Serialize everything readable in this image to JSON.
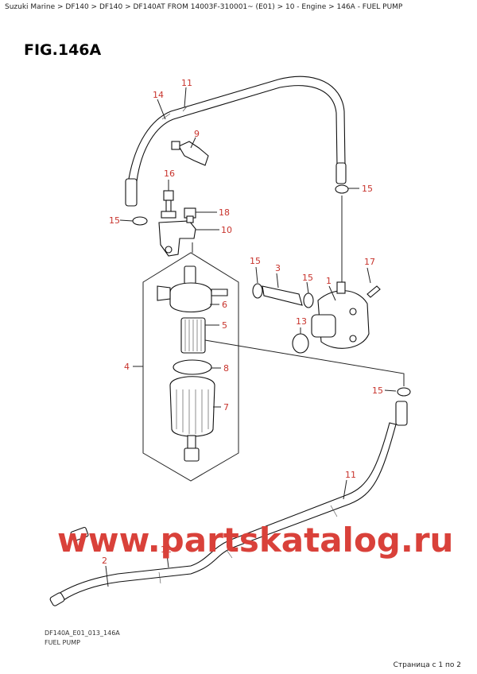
{
  "breadcrumb": "Suzuki Marine > DF140 > DF140 > DF140AT FROM 14003F-310001~ (E01) > 10 - Engine > 146A - FUEL PUMP",
  "figure_title": "FIG.146A",
  "callouts": {
    "c1": "1",
    "c2": "2",
    "c3": "3",
    "c4": "4",
    "c5": "5",
    "c6": "6",
    "c7": "7",
    "c8": "8",
    "c9": "9",
    "c10": "10",
    "c11a": "11",
    "c11b": "11",
    "c12": "12",
    "c13": "13",
    "c14": "14",
    "c15a": "15",
    "c15b": "15",
    "c15c": "15",
    "c15d": "15",
    "c15e": "15",
    "c16": "16",
    "c17": "17",
    "c18": "18"
  },
  "watermark": "www.partskatalog.ru",
  "diagram_code": "DF140A_E01_013_146A",
  "diagram_caption": "FUEL PUMP",
  "page_info": "Страница с 1 по 2",
  "colors": {
    "callout": "#c8342d",
    "watermark": "#d9413a"
  }
}
